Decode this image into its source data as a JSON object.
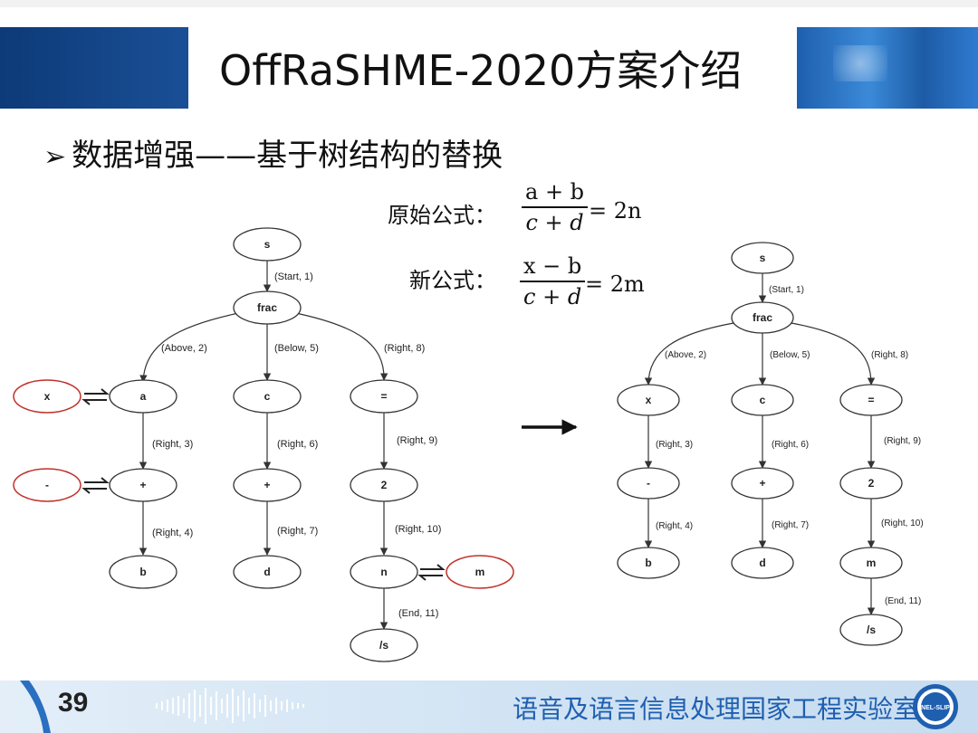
{
  "slide": {
    "title": "OffRaSHME-2020方案介绍",
    "bullet": "数据增强——基于树结构的替换",
    "original_label": "原始公式：",
    "new_label": "新公式：",
    "original_formula": {
      "numerator": "a + b",
      "denominator": "c + d",
      "rhs": "= 2n"
    },
    "new_formula": {
      "numerator": "x − b",
      "denominator": "c + d",
      "rhs": "= 2m"
    },
    "page_number": "39",
    "footer_text": "语音及语言信息处理国家工程实验室",
    "logo_text": "NEL-SLIP"
  },
  "left_tree": {
    "nodes": [
      "s",
      "frac",
      "a",
      "c",
      "=",
      "+",
      "+",
      "2",
      "b",
      "d",
      "n",
      "/s"
    ],
    "edges": [
      "(Start, 1)",
      "(Above, 2)",
      "(Below, 5)",
      "(Right, 8)",
      "(Right, 3)",
      "(Right, 6)",
      "(Right, 9)",
      "(Right, 4)",
      "(Right, 7)",
      "(Right, 10)",
      "(End, 11)"
    ],
    "replacements": [
      {
        "new": "x",
        "old": "a"
      },
      {
        "new": "-",
        "old": "+"
      },
      {
        "new": "m",
        "old": "n"
      }
    ]
  },
  "right_tree": {
    "nodes": [
      "s",
      "frac",
      "x",
      "c",
      "=",
      "-",
      "+",
      "2",
      "b",
      "d",
      "m",
      "/s"
    ],
    "edges": [
      "(Start, 1)",
      "(Above, 2)",
      "(Below, 5)",
      "(Right, 8)",
      "(Right, 3)",
      "(Right, 6)",
      "(Right, 9)",
      "(Right, 4)",
      "(Right, 7)",
      "(Right, 10)",
      "(End, 11)"
    ]
  },
  "colors": {
    "replacement_outline": "#c0312b",
    "title_blue": "#0d3a78",
    "footer_text": "#1f5fb0"
  }
}
